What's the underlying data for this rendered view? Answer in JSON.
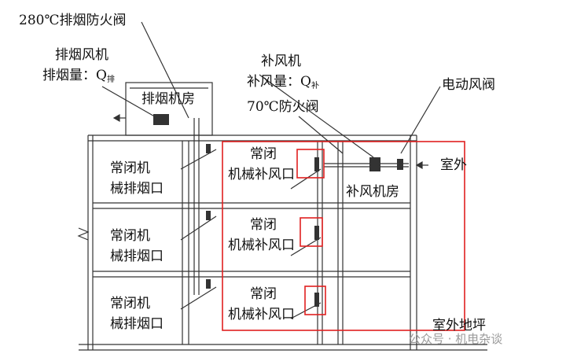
{
  "labels": {
    "fire_valve_280": "280℃排烟防火阀",
    "exhaust_fan": "排烟风机",
    "exhaust_volume": "排烟量：Q",
    "exhaust_volume_sub": "排",
    "exhaust_room": "排烟机房",
    "supply_fan": "补风机",
    "supply_volume": "补风量：Q",
    "supply_volume_sub": "补",
    "fire_valve_70": "70℃防火阀",
    "electric_damper": "电动风阀",
    "outdoor": "室外",
    "supply_room": "补风机房",
    "nc_mech": "常闭机",
    "exhaust_outlet": "械排烟口",
    "nc": "常闭",
    "supply_outlet": "机械补风口",
    "outdoor_ground": "室外地坪"
  },
  "watermark": {
    "text": "公众号 · 机电杂谈"
  },
  "colors": {
    "line": "#333333",
    "highlight": "#e02020",
    "watermark": "#9a9a9a"
  }
}
